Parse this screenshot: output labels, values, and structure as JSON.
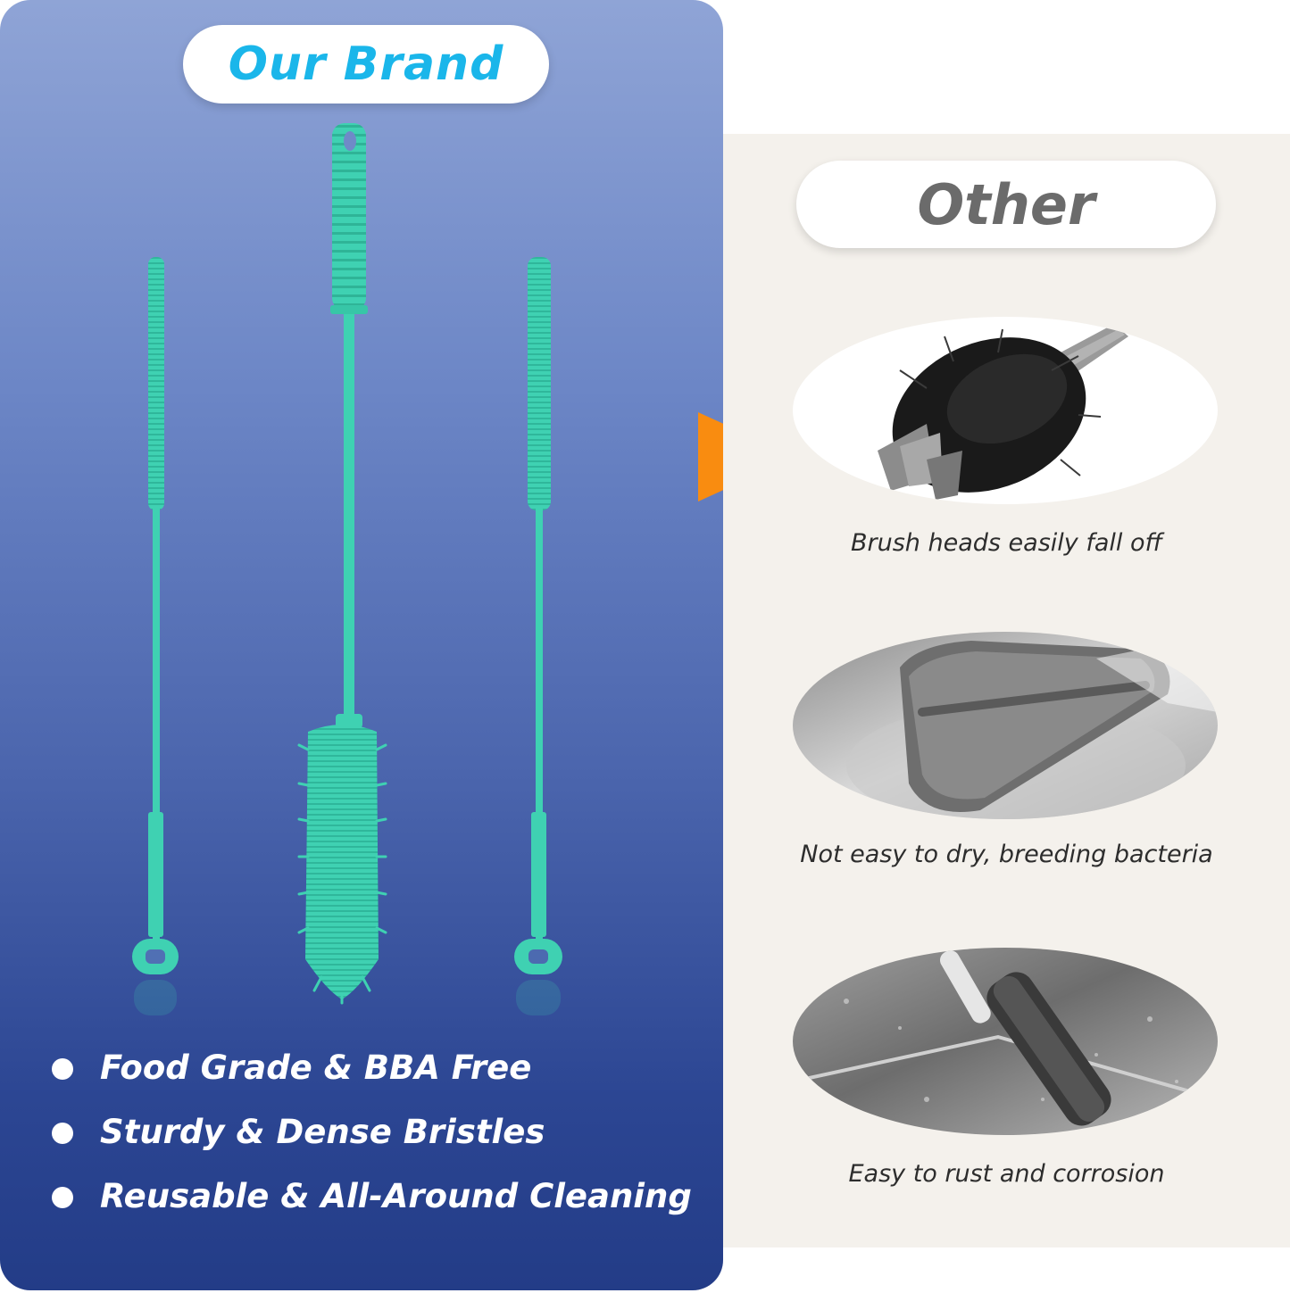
{
  "brand": {
    "title": "Our Brand",
    "features": [
      "Food Grade & BBA Free",
      "Sturdy & Dense Bristles",
      "Reusable & All-Around Cleaning"
    ]
  },
  "other": {
    "title": "Other",
    "items": [
      {
        "caption": "Brush heads easily fall off",
        "image": "bristle-brush-head-photo"
      },
      {
        "caption": "Not easy to dry, breeding bacteria",
        "image": "sponge-brush-photo"
      },
      {
        "caption": "Easy to rust and corrosion",
        "image": "wire-brush-photo"
      }
    ]
  },
  "colors": {
    "brand_title": "#1ab6ea",
    "brush": "#3fd1b2",
    "arrow": "#f98c10",
    "panel_top": "#8fa4d6",
    "panel_bottom": "#233c87",
    "other_bg": "#f4f1ec"
  }
}
